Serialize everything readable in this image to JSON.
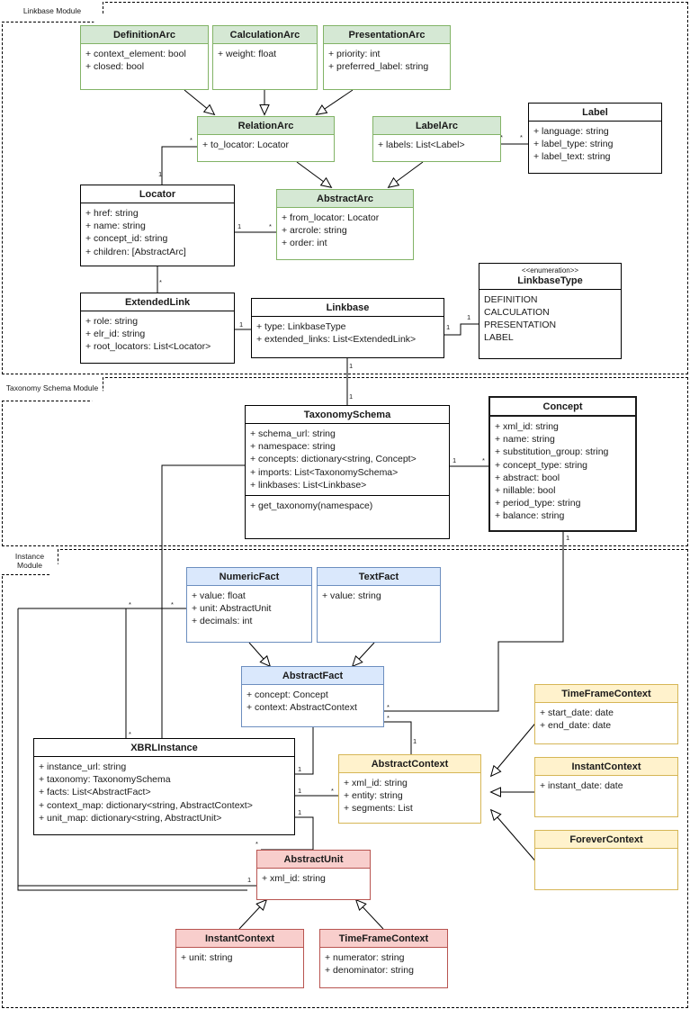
{
  "diagram": {
    "title": "XBRL UML Class Diagram",
    "modules": [
      {
        "name": "linkbase",
        "label": "Linkbase Module"
      },
      {
        "name": "taxonomy-schema",
        "label": "Taxonomy Schema Module"
      },
      {
        "name": "instance",
        "label": "Instance Module"
      }
    ],
    "palette": {
      "green_fill": "#d5e8d4",
      "green_border": "#82b366",
      "blue_fill": "#dae8fc",
      "blue_border": "#6c8ebf",
      "yellow_fill": "#fff2cc",
      "yellow_border": "#d6b656",
      "red_fill": "#f8cecc",
      "red_border": "#b85450",
      "plain_fill": "#ffffff",
      "plain_border": "#000000"
    },
    "classes": [
      {
        "id": "DefinitionArc",
        "name": "DefinitionArc",
        "color": "green",
        "attributes": [
          "+ context_element: bool",
          "+ closed: bool"
        ],
        "methods": []
      },
      {
        "id": "CalculationArc",
        "name": "CalculationArc",
        "color": "green",
        "attributes": [
          "+ weight: float"
        ],
        "methods": []
      },
      {
        "id": "PresentationArc",
        "name": "PresentationArc",
        "color": "green",
        "attributes": [
          "+ priority: int",
          "+ preferred_label: string"
        ],
        "methods": []
      },
      {
        "id": "RelationArc",
        "name": "RelationArc",
        "color": "green",
        "attributes": [
          "+ to_locator: Locator"
        ],
        "methods": []
      },
      {
        "id": "LabelArc",
        "name": "LabelArc",
        "color": "green",
        "attributes": [
          "+ labels: List<Label>"
        ],
        "methods": []
      },
      {
        "id": "Label",
        "name": "Label",
        "color": "plain",
        "attributes": [
          "+ language: string",
          "+ label_type: string",
          "+ label_text: string"
        ],
        "methods": []
      },
      {
        "id": "Locator",
        "name": "Locator",
        "color": "plain",
        "attributes": [
          "+ href: string",
          "+ name: string",
          "+ concept_id: string",
          "+ children: [AbstractArc]"
        ],
        "methods": []
      },
      {
        "id": "AbstractArc",
        "name": "AbstractArc",
        "color": "green",
        "attributes": [
          "+ from_locator: Locator",
          "+ arcrole: string",
          "+ order: int"
        ],
        "methods": []
      },
      {
        "id": "ExtendedLink",
        "name": "ExtendedLink",
        "color": "plain",
        "attributes": [
          "+ role: string",
          "+ elr_id: string",
          "+ root_locators: List<Locator>"
        ],
        "methods": []
      },
      {
        "id": "Linkbase",
        "name": "Linkbase",
        "color": "plain",
        "attributes": [
          "+ type: LinkbaseType",
          "+ extended_links: List<ExtendedLink>"
        ],
        "methods": []
      },
      {
        "id": "LinkbaseType",
        "name": "LinkbaseType",
        "color": "plain",
        "stereotype": "<<enumeration>>",
        "attributes": [
          "DEFINITION",
          "CALCULATION",
          "PRESENTATION",
          "LABEL"
        ],
        "methods": []
      },
      {
        "id": "TaxonomySchema",
        "name": "TaxonomySchema",
        "color": "plain",
        "attributes": [
          "+ schema_url: string",
          "+ namespace: string",
          "+ concepts: dictionary<string, Concept>",
          "+ imports: List<TaxonomySchema>",
          "+ linkbases: List<Linkbase>"
        ],
        "methods": [
          "+ get_taxonomy(namespace)"
        ]
      },
      {
        "id": "Concept",
        "name": "Concept",
        "color": "plain-bold",
        "attributes": [
          "+ xml_id: string",
          "+ name: string",
          "+ substitution_group: string",
          "+ concept_type: string",
          "+ abstract: bool",
          "+ nillable: bool",
          "+ period_type: string",
          "+ balance: string"
        ],
        "methods": []
      },
      {
        "id": "NumericFact",
        "name": "NumericFact",
        "color": "blue",
        "attributes": [
          "+ value: float",
          "+ unit: AbstractUnit",
          "+ decimals: int"
        ],
        "methods": []
      },
      {
        "id": "TextFact",
        "name": "TextFact",
        "color": "blue",
        "attributes": [
          "+ value: string"
        ],
        "methods": []
      },
      {
        "id": "AbstractFact",
        "name": "AbstractFact",
        "color": "blue",
        "attributes": [
          "+ concept: Concept",
          "+ context: AbstractContext"
        ],
        "methods": []
      },
      {
        "id": "XBRLInstance",
        "name": "XBRLInstance",
        "color": "plain",
        "attributes": [
          "+ instance_url: string",
          "+ taxonomy: TaxonomySchema",
          "+ facts:  List<AbstractFact>",
          "+ context_map: dictionary<string, AbstractContext>",
          "+ unit_map: dictionary<string, AbstractUnit>"
        ],
        "methods": []
      },
      {
        "id": "AbstractContext",
        "name": "AbstractContext",
        "color": "yellow",
        "attributes": [
          "+ xml_id: string",
          "+ entity: string",
          "+ segments: List"
        ],
        "methods": []
      },
      {
        "id": "TimeFrameContextCtx",
        "name": "TimeFrameContext",
        "color": "yellow",
        "attributes": [
          "+ start_date: date",
          "+ end_date: date"
        ],
        "methods": []
      },
      {
        "id": "InstantContextCtx",
        "name": "InstantContext",
        "color": "yellow",
        "attributes": [
          "+ instant_date: date"
        ],
        "methods": []
      },
      {
        "id": "ForeverContext",
        "name": "ForeverContext",
        "color": "yellow",
        "attributes": [],
        "methods": []
      },
      {
        "id": "AbstractUnit",
        "name": "AbstractUnit",
        "color": "red",
        "attributes": [
          "+ xml_id: string"
        ],
        "methods": []
      },
      {
        "id": "InstantContextUnit",
        "name": "InstantContext",
        "color": "red",
        "attributes": [
          "+ unit: string"
        ],
        "methods": []
      },
      {
        "id": "TimeFrameContextUnit",
        "name": "TimeFrameContext",
        "color": "red",
        "attributes": [
          "+ numerator: string",
          "+ denominator: string"
        ],
        "methods": []
      }
    ],
    "multiplicities": [
      "*",
      "1",
      "*",
      "*",
      "1",
      "*",
      "*",
      "*",
      "1",
      "*",
      "1",
      "1",
      "1",
      "1",
      "*",
      "1",
      "*",
      "1",
      "*",
      "1",
      "*",
      "1",
      "*",
      "*",
      "1",
      "*"
    ]
  }
}
